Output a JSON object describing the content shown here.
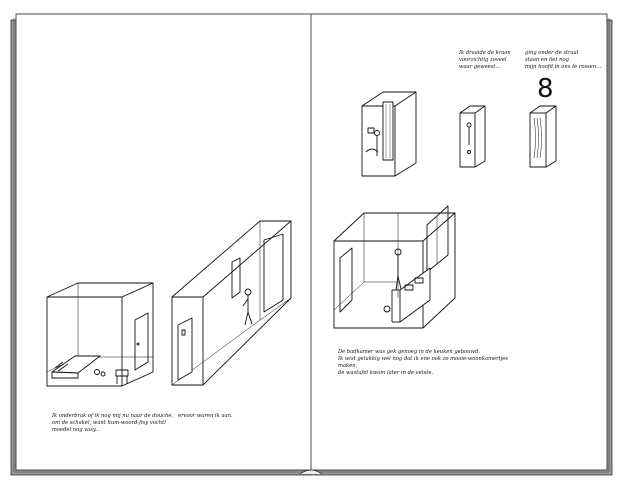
{
  "book": {
    "left_page": {
      "captions": [
        {
          "id": "caption-bedroom",
          "text": "Ik onderbrak of ik nog mij nu naar de douche,\nom de schakel, want hum-woord-fisy vochtl\nmoedel nog vasy..."
        },
        {
          "id": "caption-corridor",
          "text": "ervoor waren ik aan."
        }
      ]
    },
    "right_page": {
      "captions": [
        {
          "id": "caption-shower-start",
          "text": "Ik draaide de kraan\nvoorzichtig zoveel\nwaar geweest..."
        },
        {
          "id": "caption-shower-steam",
          "text": "ging onder de straal\nstaan en liet nog\nmijn hoofd in ons te rossen..."
        },
        {
          "id": "caption-kitchen",
          "text": "De badkamer was gek genoeg in de keuken gebouwd.\nIk wist gelukkig wel nog dat ik ene ook zo mooie-woonkamertjes maken,\nde wastafel kwam later in de vetste."
        }
      ],
      "digit": "8"
    }
  }
}
